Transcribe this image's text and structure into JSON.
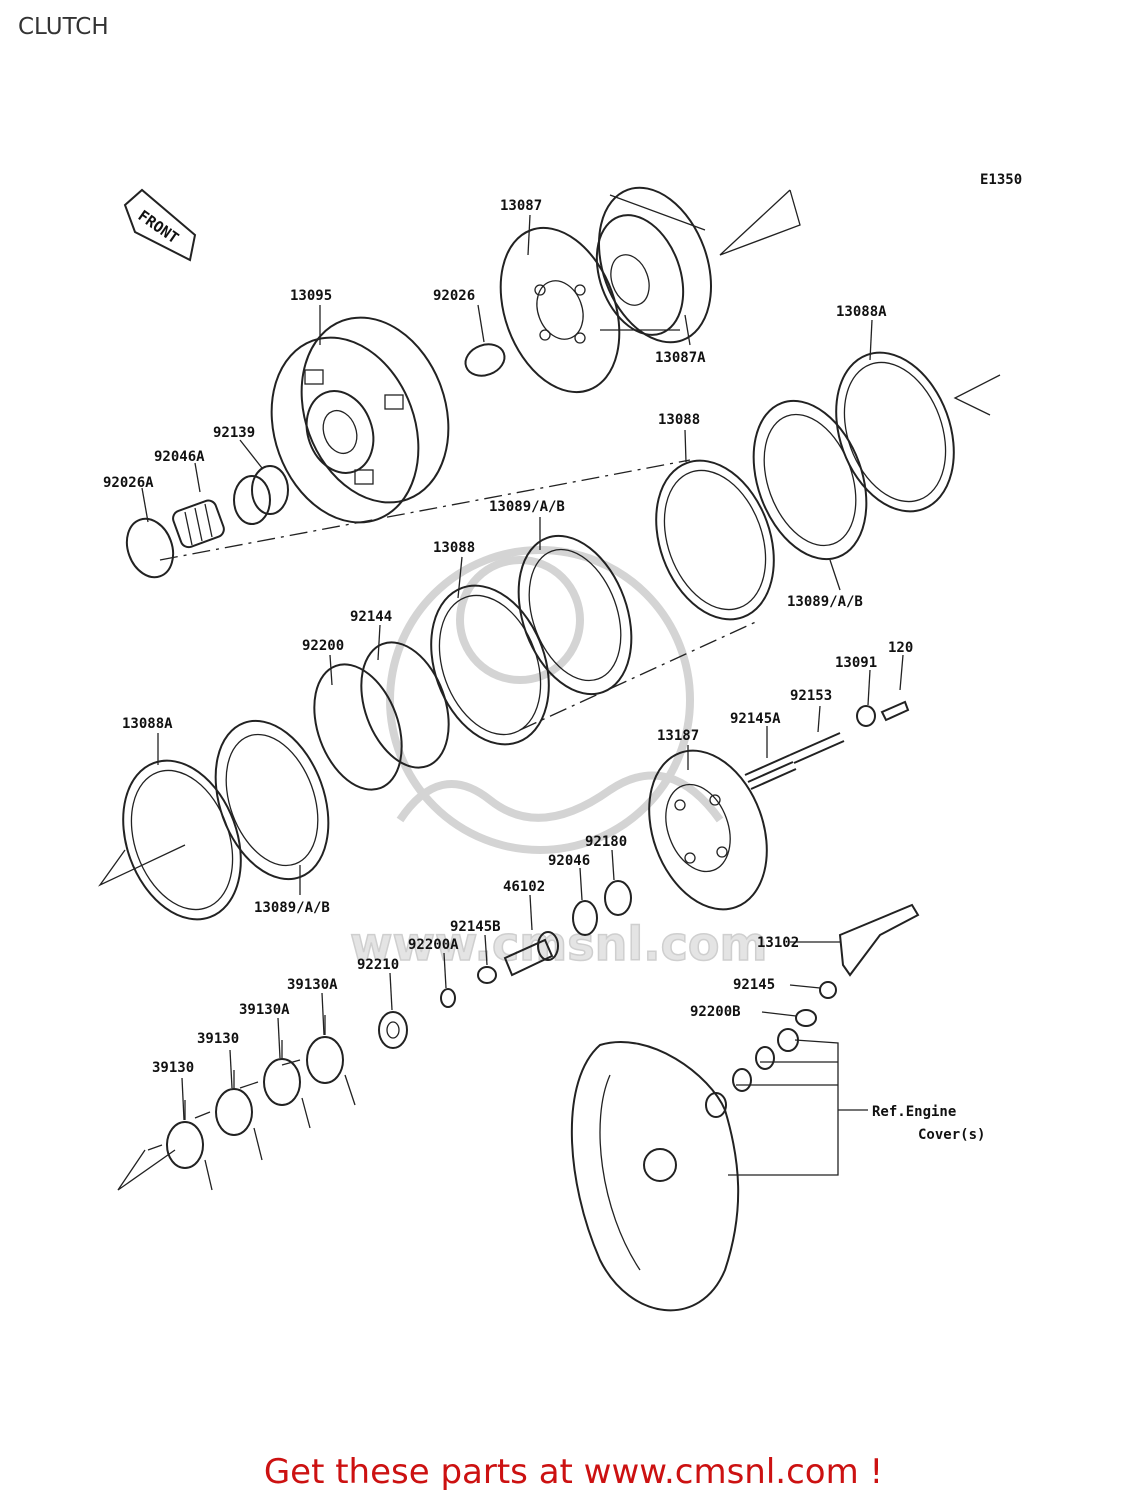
{
  "page": {
    "title": "CLUTCH",
    "footer": "Get these parts at www.cmsnl.com !"
  },
  "diagram": {
    "code": "E1350",
    "front_label": "FRONT",
    "watermark": "www.cmsnl.com",
    "ref_note": [
      "Ref.Engine",
      "Cover(s)"
    ],
    "parts": {
      "p13087": "13087",
      "p13087A": "13087A",
      "p13095": "13095",
      "p92026": "92026",
      "p13088A_top": "13088A",
      "p92139": "92139",
      "p92046A": "92046A",
      "p92026A": "92026A",
      "p13088_top": "13088",
      "p13089_mid": "13089/A/B",
      "p13088_mid": "13088",
      "p92144": "92144",
      "p92200": "92200",
      "p13089_right": "13089/A/B",
      "p120": "120",
      "p13091": "13091",
      "p92153": "92153",
      "p92145A": "92145A",
      "p13187": "13187",
      "p13088A_left": "13088A",
      "p13089_left": "13089/A/B",
      "p92180": "92180",
      "p92046": "92046",
      "p46102": "46102",
      "p92145B": "92145B",
      "p92200A": "92200A",
      "p92210": "92210",
      "p39130A_a": "39130A",
      "p39130A_b": "39130A",
      "p39130_a": "39130",
      "p39130_b": "39130",
      "p13102": "13102",
      "p92145": "92145",
      "p92200B": "92200B"
    }
  }
}
